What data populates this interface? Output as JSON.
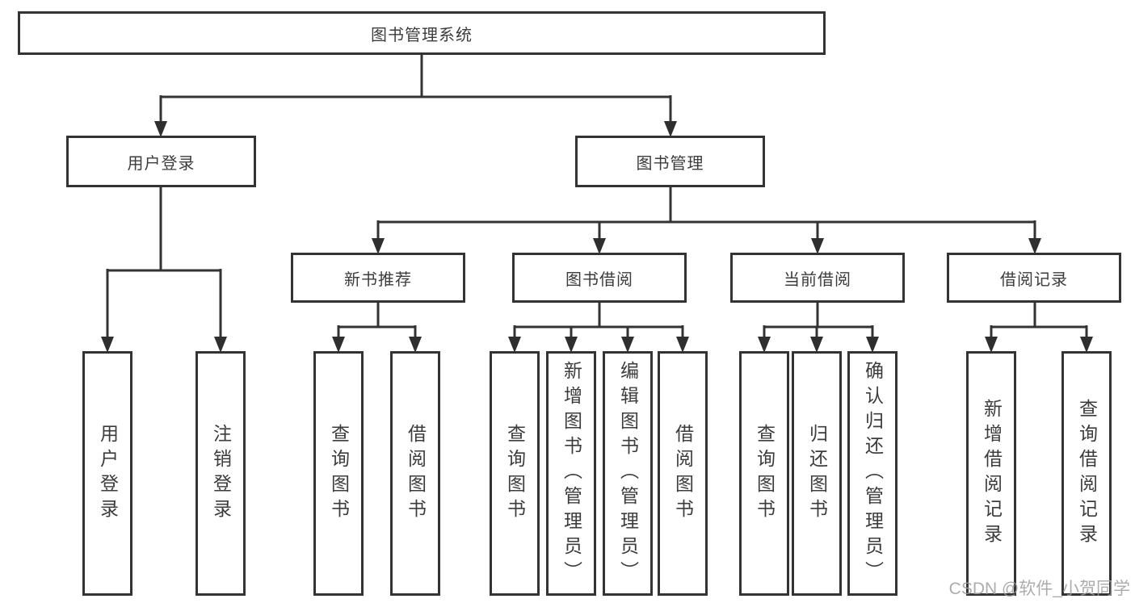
{
  "tree": {
    "root": "图书管理系统",
    "children": [
      {
        "label": "用户登录",
        "children": [
          {
            "label": "用户登录"
          },
          {
            "label": "注销登录"
          }
        ]
      },
      {
        "label": "图书管理",
        "children": [
          {
            "label": "新书推荐",
            "children": [
              {
                "label": "查询图书"
              },
              {
                "label": "借阅图书"
              }
            ]
          },
          {
            "label": "图书借阅",
            "children": [
              {
                "label": "查询图书"
              },
              {
                "label": "新增图书（管理员）"
              },
              {
                "label": "编辑图书（管理员）"
              },
              {
                "label": "借阅图书"
              }
            ]
          },
          {
            "label": "当前借阅",
            "children": [
              {
                "label": "查询图书"
              },
              {
                "label": "归还图书"
              },
              {
                "label": "确认归还（管理员）"
              }
            ]
          },
          {
            "label": "借阅记录",
            "children": [
              {
                "label": "新增借阅记录"
              },
              {
                "label": "查询借阅记录"
              }
            ]
          }
        ]
      }
    ]
  },
  "watermark": "CSDN @软件_小贺同学",
  "colors": {
    "line": "#333333",
    "text": "#3c3c3c",
    "background": "#ffffff",
    "watermark": "#9e9e9e"
  }
}
